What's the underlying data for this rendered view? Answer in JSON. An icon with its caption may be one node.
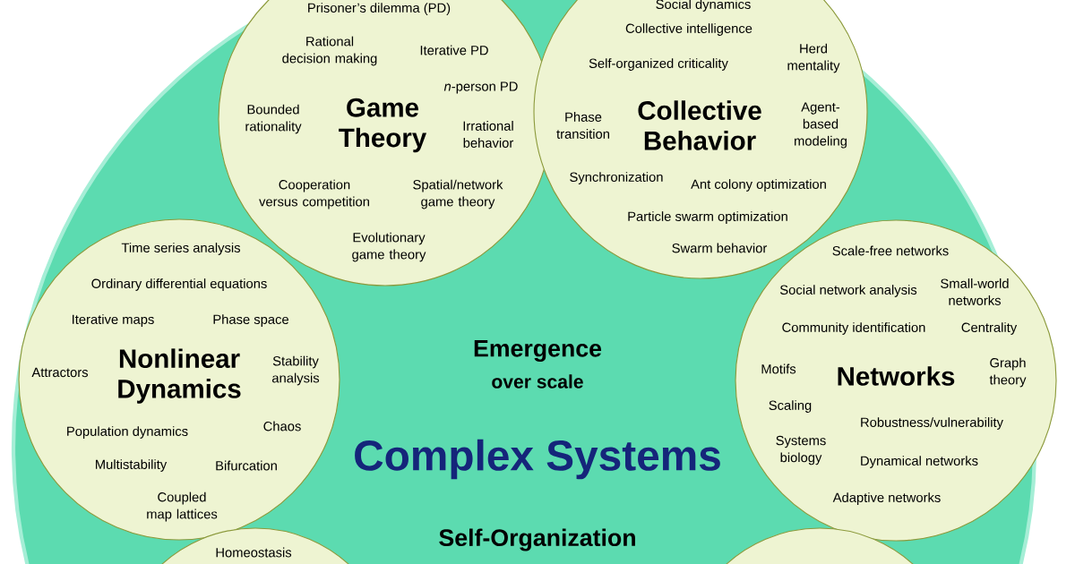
{
  "diagram": {
    "nodes": [
      {
        "text": [
          "Emergence",
          "over scale",
          "Complex Systems",
          "Self-Organization"
        ]
      },
      {
        "text": [
          "Prisoner’s dilemma (PD)",
          "Rational decision making",
          "Iterative PD",
          "*n*-person PD",
          "Bounded rationality",
          "Game Theory",
          "Irrational behavior",
          "Cooperation versus competition",
          "Spatial/network game theory",
          "Evolutionary game theory"
        ],
        "in": 0
      },
      {
        "text": [
          "Social dynamics",
          "Collective intelligence",
          "Self-organized criticality",
          "Herd mentality",
          "Phase transition",
          "Collective Behavior",
          "Agent-based modeling",
          "Synchronization",
          "Ant colony optimization",
          "Particle swarm optimization",
          "Swarm behavior"
        ],
        "in": 0
      },
      {
        "text": [
          "Time series analysis",
          "Ordinary differential equations",
          "Iterative maps",
          "Phase space",
          "Attractors",
          "Nonlinear Dynamics",
          "Stability analysis",
          "Population dynamics",
          "Chaos",
          "Multistability",
          "Bifurcation",
          "Coupled map lattices"
        ],
        "in": 0
      },
      {
        "text": [
          "Scale-free networks",
          "Social network analysis",
          "Small-world networks",
          "Community identification",
          "Centrality",
          "Motifs",
          "Networks",
          "Graph theory",
          "Scaling",
          "Robustness/vulnerability",
          "Systems biology",
          "Dynamical networks",
          "Adaptive networks"
        ],
        "in": 0
      },
      {
        "text": [
          "Homeostasis"
        ],
        "in": 0
      },
      {
        "text": [],
        "shape": "circle",
        "in": 0
      }
    ]
  }
}
